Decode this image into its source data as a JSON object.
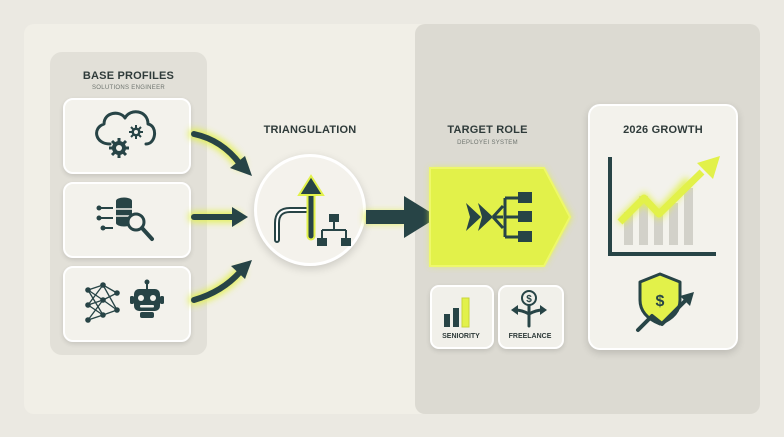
{
  "base_profiles": {
    "title": "BASE PROFILES",
    "subtitle": "SOLUTIONS ENGINEER",
    "tiles": [
      {
        "icon": "cloud-gears-icon"
      },
      {
        "icon": "database-search-icon"
      },
      {
        "icon": "neural-network-robot-icon"
      }
    ]
  },
  "triangulation": {
    "title": "TRIANGULATION",
    "icon": "merge-flowchart-icon"
  },
  "target_role": {
    "title": "TARGET ROLE",
    "subtitle": "DEPLOYEI SYSTEM",
    "icon": "merge-structure-icon",
    "cards": [
      {
        "label": "SENIORITY",
        "icon": "bar-chart-icon"
      },
      {
        "label": "FREELANCE",
        "icon": "dollar-split-arrows-icon"
      }
    ]
  },
  "growth": {
    "title": "2026 GROWTH",
    "icons": [
      "growth-chart-icon",
      "dollar-shield-icon"
    ]
  },
  "colors": {
    "accent": "#e2f14a",
    "dark": "#274446",
    "background": "#ebe9e2",
    "panel": "#dcdad2"
  }
}
